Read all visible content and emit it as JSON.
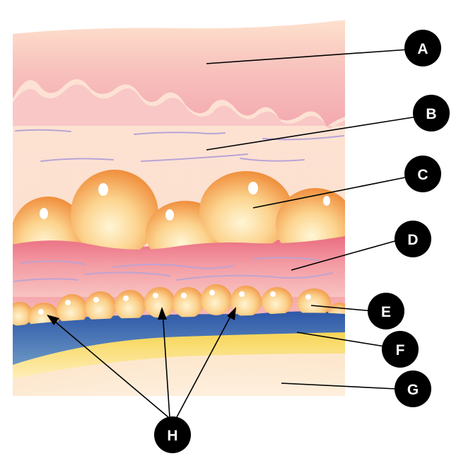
{
  "labels": {
    "a": "A",
    "b": "B",
    "c": "C",
    "d": "D",
    "e": "E",
    "f": "F",
    "g": "G",
    "h": "H"
  },
  "colors": {
    "epidermis": "#f5b3b8",
    "dermis": "#fbd9cb",
    "fat_lobule_core": "#fff2c9",
    "fat_lobule_edge": "#f08a34",
    "muscle_layer": "#ec7c8c",
    "fascia": "#3e6fb5",
    "deep_layer": "#fff0d4",
    "fiber": "#b9a4d6",
    "callout": "#000000"
  }
}
